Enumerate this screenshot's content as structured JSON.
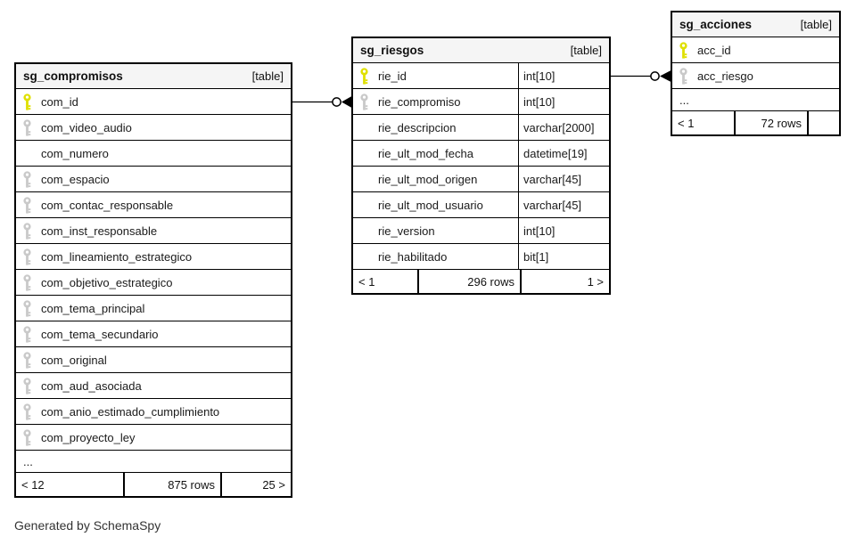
{
  "diagram": {
    "generator_note": "Generated by SchemaSpy",
    "colors": {
      "primary_key": "#dfe000",
      "foreign_key": "#c9c9c9",
      "header_bg": "#f5f5f5",
      "border": "#000000"
    },
    "tables": [
      {
        "name": "sg_compromisos",
        "badge": "[table]",
        "has_types": false,
        "columns": [
          {
            "name": "com_id",
            "key": "primary"
          },
          {
            "name": "com_video_audio",
            "key": "foreign"
          },
          {
            "name": "com_numero",
            "key": "none"
          },
          {
            "name": "com_espacio",
            "key": "foreign"
          },
          {
            "name": "com_contac_responsable",
            "key": "foreign"
          },
          {
            "name": "com_inst_responsable",
            "key": "foreign"
          },
          {
            "name": "com_lineamiento_estrategico",
            "key": "foreign"
          },
          {
            "name": "com_objetivo_estrategico",
            "key": "foreign"
          },
          {
            "name": "com_tema_principal",
            "key": "foreign"
          },
          {
            "name": "com_tema_secundario",
            "key": "foreign"
          },
          {
            "name": "com_original",
            "key": "foreign"
          },
          {
            "name": "com_aud_asociada",
            "key": "foreign"
          },
          {
            "name": "com_anio_estimado_cumplimiento",
            "key": "foreign"
          },
          {
            "name": "com_proyecto_ley",
            "key": "foreign"
          }
        ],
        "ellipsis": "...",
        "footer": {
          "left": "< 12",
          "center": "875 rows",
          "right": "25 >"
        }
      },
      {
        "name": "sg_riesgos",
        "badge": "[table]",
        "has_types": true,
        "columns": [
          {
            "name": "rie_id",
            "type": "int[10]",
            "key": "primary"
          },
          {
            "name": "rie_compromiso",
            "type": "int[10]",
            "key": "foreign"
          },
          {
            "name": "rie_descripcion",
            "type": "varchar[2000]",
            "key": "none"
          },
          {
            "name": "rie_ult_mod_fecha",
            "type": "datetime[19]",
            "key": "none"
          },
          {
            "name": "rie_ult_mod_origen",
            "type": "varchar[45]",
            "key": "none"
          },
          {
            "name": "rie_ult_mod_usuario",
            "type": "varchar[45]",
            "key": "none"
          },
          {
            "name": "rie_version",
            "type": "int[10]",
            "key": "none"
          },
          {
            "name": "rie_habilitado",
            "type": "bit[1]",
            "key": "none"
          }
        ],
        "footer": {
          "left": "< 1",
          "center": "296 rows",
          "right": "1 >"
        }
      },
      {
        "name": "sg_acciones",
        "badge": "[table]",
        "has_types": false,
        "columns": [
          {
            "name": "acc_id",
            "key": "primary"
          },
          {
            "name": "acc_riesgo",
            "key": "foreign"
          }
        ],
        "ellipsis": "...",
        "footer": {
          "left": "< 1",
          "center": "72 rows",
          "right": ""
        }
      }
    ],
    "relationships": [
      {
        "from": "sg_riesgos.rie_compromiso",
        "to": "sg_compromisos.com_id"
      },
      {
        "from": "sg_acciones.acc_riesgo",
        "to": "sg_riesgos.rie_id"
      }
    ]
  }
}
